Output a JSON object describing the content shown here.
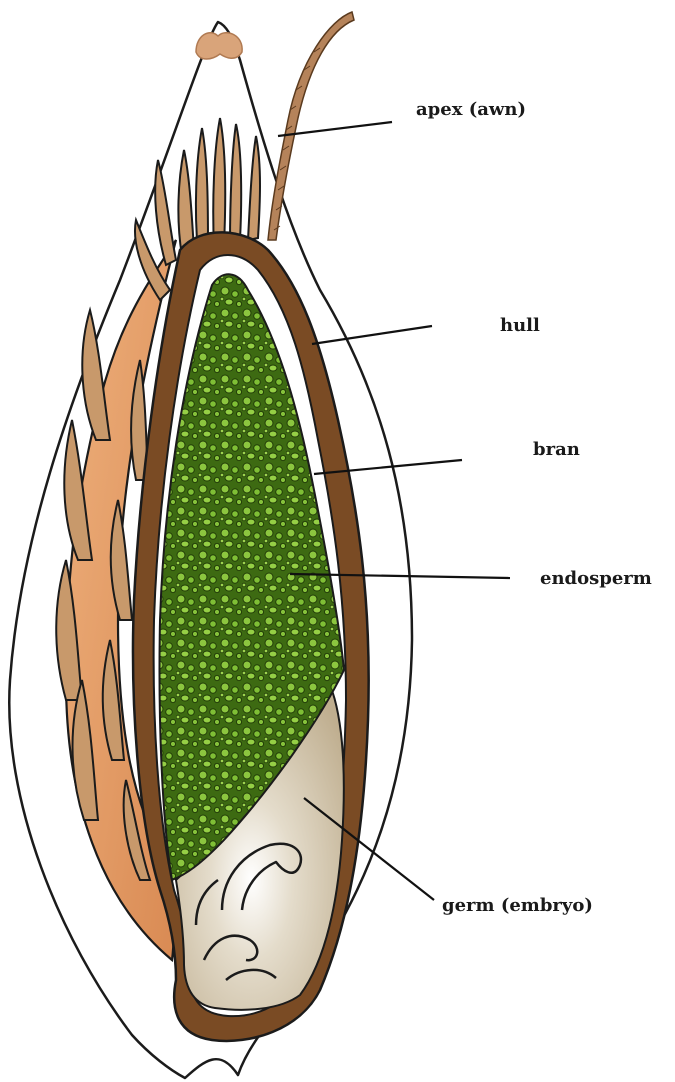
{
  "diagram": {
    "labels": {
      "apex": "apex (awn)",
      "hull": "hull",
      "bran": "bran",
      "endosperm": "endosperm",
      "germ": "germ (embryo)"
    },
    "colors": {
      "hull_fill": "#ffffff",
      "awn": "#b5835a",
      "tan_hairs": "#c8996b",
      "orange_layer": "#e8a26d",
      "bran": "#7a4b24",
      "endosperm_dark": "#3f6f14",
      "endosperm_light": "#8cc63f",
      "germ": "#d6cbb6",
      "tip": "#d9a47a"
    }
  }
}
